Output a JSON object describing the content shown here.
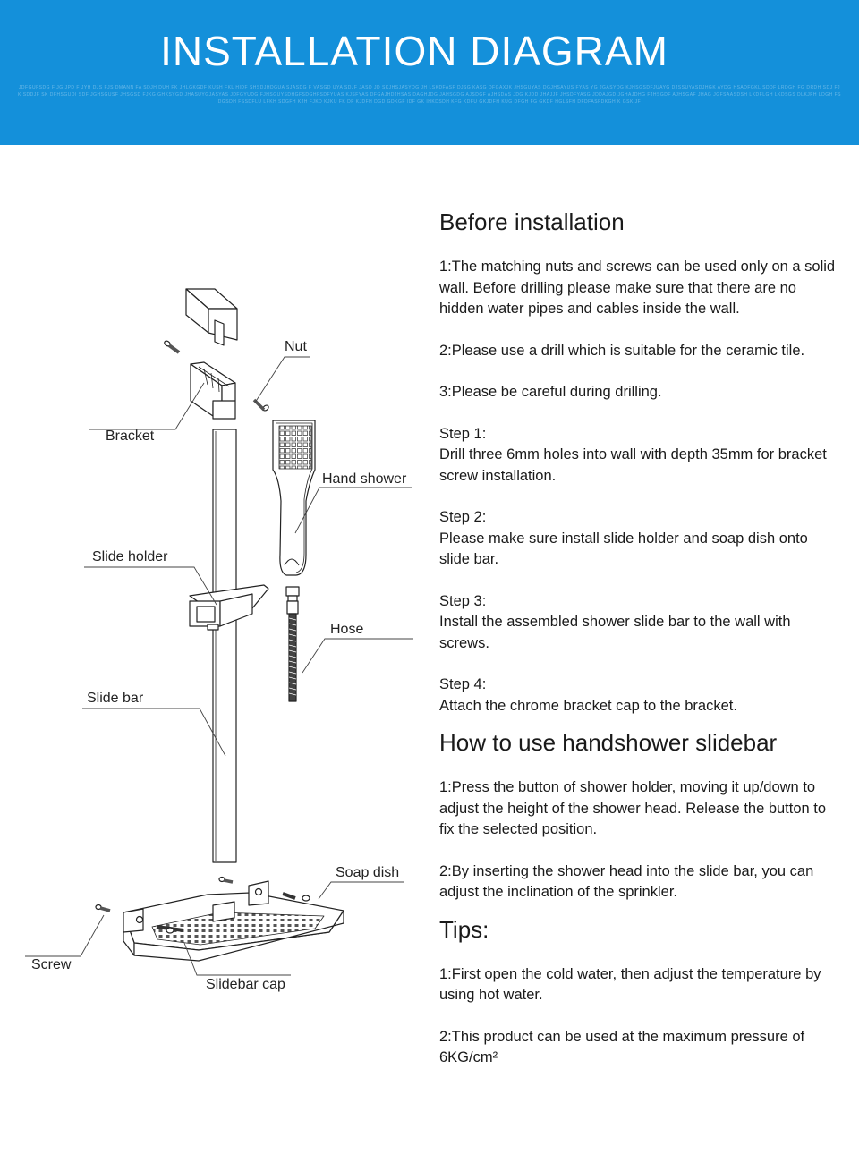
{
  "header": {
    "title": "INSTALLATION DIAGRAM",
    "fine_print": "JDFGUFSDG F JG JPD F JYH DJS FJS DMANN FA SDJH DUH FK JHLGKGDF KUSH FKL HIDF SHSDJHDGUA SJASDG F VASGD UYA SDJF JASD JD SKJHSJASYDG JH LSKDFASF DJSG KASG DFGAXJK JHSGUYAS DGJHSAYUS FYAS YG JGASYDG KJHSGSDFJUAYG DJSSUYASDJHGK AYDG HSADFGKL SDDF LRDGH FG DRDH SDJ FJK SDDJF SK DFHSGUDI SDF JGHSGUSF JHSGSD FJKG GHKSYGD JHASUYGJASYAS JDFGYUDG FJHSGUYSDHGFSDGHFSDFYUAS KJSFYAS DFGAJHDJHSAS DAGHJDG JAHSGDG AJSDGF AJHSDAS JDG KJDD JHAJJF JHSDFYASG JDDAJGD JGHAJDHG FJHSGDF AJHSGAF JHAG JGFSAASDSH LKDFLGH LKDSGS DLKJFH LDGH FSDGSDH FSSDFLU LFKH SDGFH KJH FJKD KJKU FK DF KJDFH DGD GDKGF IDF GK IHKDSDH KFG KDFU GKJDFH KUG DFGH FG GKDF HGLSFH DFDFASFDKGH K GSK JF",
    "bg_color": "#1490da"
  },
  "diagram": {
    "labels": {
      "nut": "Nut",
      "bracket": "Bracket",
      "hand_shower": "Hand shower",
      "slide_holder": "Slide holder",
      "hose": "Hose",
      "slide_bar": "Slide bar",
      "soap_dish": "Soap dish",
      "screw": "Screw",
      "slidebar_cap": "Slidebar cap"
    }
  },
  "content": {
    "before": {
      "heading": "Before installation",
      "p1": "1:The matching nuts and screws can be used only on a solid wall. Before drilling please make sure that there are no hidden water pipes and cables inside the wall.",
      "p2": "2:Please use a drill which is suitable for the ceramic tile.",
      "p3": "3:Please be careful during drilling.",
      "step1_title": "Step 1:",
      "step1_text": "Drill three 6mm holes into wall with depth 35mm for bracket screw installation.",
      "step2_title": "Step 2:",
      "step2_text": "Please make sure install slide holder and soap dish onto slide bar.",
      "step3_title": "Step 3:",
      "step3_text": "Install the assembled shower slide bar to the wall with screws.",
      "step4_title": "Step 4:",
      "step4_text": "Attach the chrome bracket cap to the bracket."
    },
    "howto": {
      "heading": "How to use handshower slidebar",
      "p1": "1:Press the button of shower holder, moving it up/down to adjust the height of the shower head. Release the button to fix the selected position.",
      "p2": "2:By inserting the shower head into the slide bar, you can adjust the inclination of the sprinkler."
    },
    "tips": {
      "heading": "Tips:",
      "p1": "1:First open the cold water, then adjust the temperature by using hot water.",
      "p2": "2:This product can be used at the maximum pressure of 6KG/cm²"
    }
  }
}
